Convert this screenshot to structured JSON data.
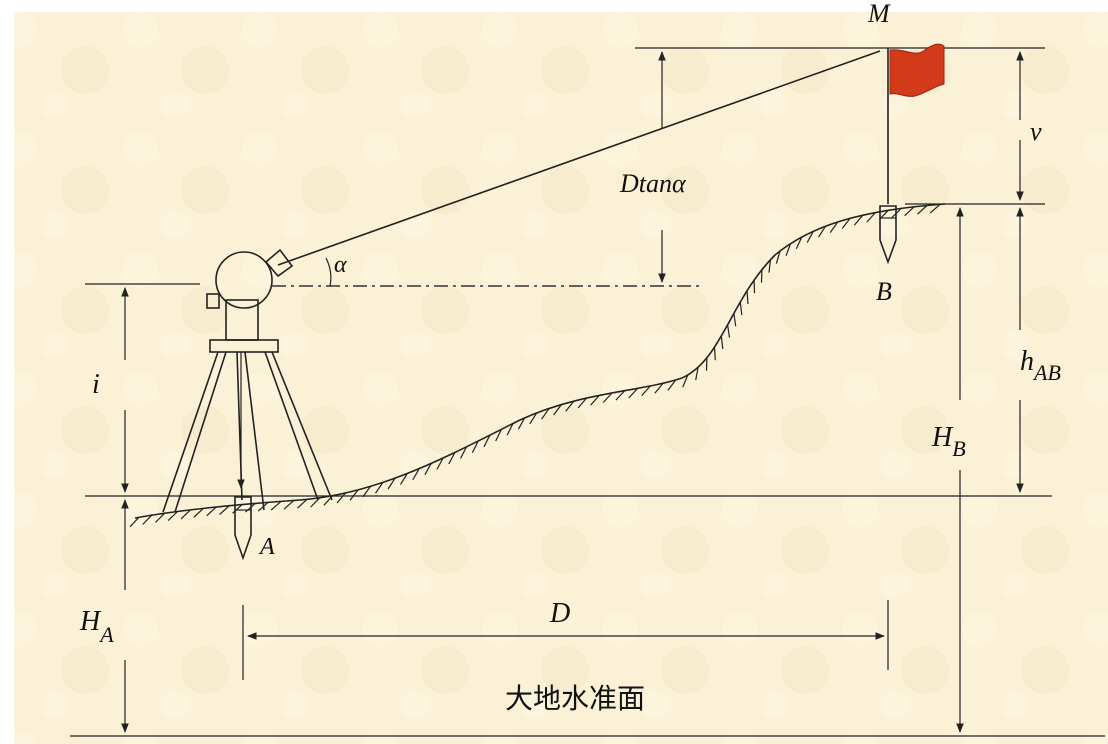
{
  "labels": {
    "M": "M",
    "alpha": "α",
    "D_tan_alpha": "Dtanα",
    "v": "v",
    "B": "B",
    "A": "A",
    "i": "i",
    "h_AB_main": "h",
    "h_AB_sub": "AB",
    "H_B_main": "H",
    "H_B_sub": "B",
    "H_A_main": "H",
    "H_A_sub": "A",
    "D": "D",
    "geoid": "大地水准面"
  },
  "colors": {
    "background": "#fbf1d6",
    "flag": "#d23a1a",
    "line": "#222222"
  }
}
